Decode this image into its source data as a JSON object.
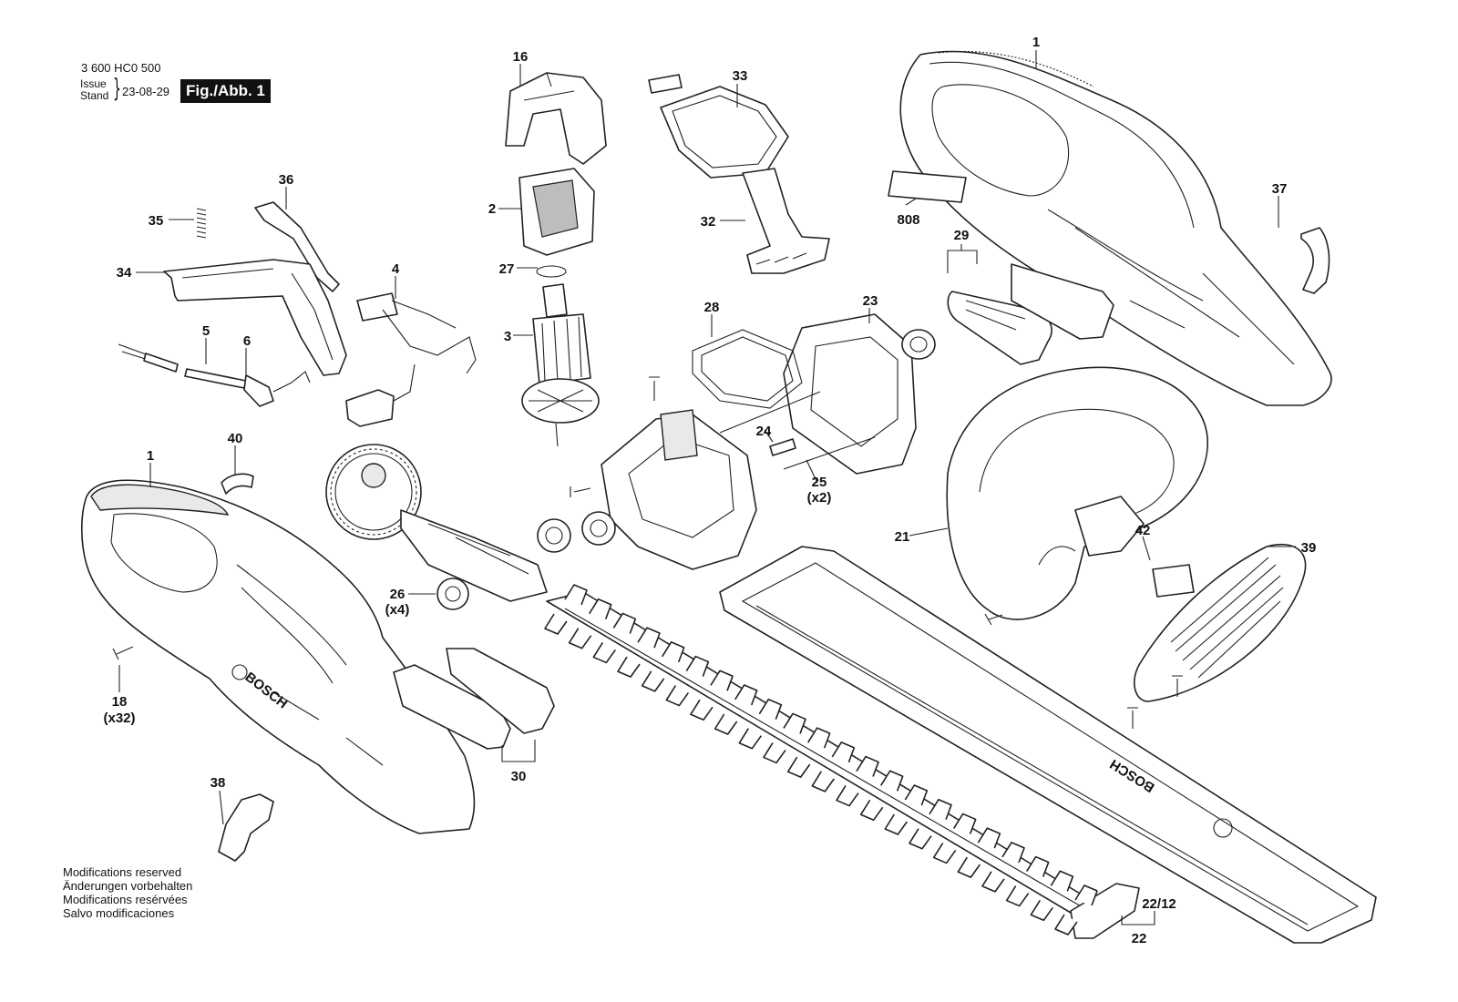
{
  "header": {
    "doc_number": "3 600 HC0 500",
    "issue_label": "Issue",
    "stand_label": "Stand",
    "issue_date": "23-08-29",
    "figure_label": "Fig./Abb. 1"
  },
  "notice": [
    "Modifications reserved",
    "Änderungen vorbehalten",
    "Modifications resérvées",
    "Salvo modificaciones"
  ],
  "brand_marks": {
    "housing": "BOSCH",
    "blade_guard": "BOSCH"
  },
  "callouts": {
    "c1_top": "1",
    "c1_left": "1",
    "c2": "2",
    "c3": "3",
    "c4": "4",
    "c5": "5",
    "c6": "6",
    "c16": "16",
    "c18": "18",
    "c18_qty": "(x32)",
    "c21": "21",
    "c22": "22",
    "c22_12": "22/12",
    "c23": "23",
    "c24": "24",
    "c25": "25",
    "c25_qty": "(x2)",
    "c26": "26",
    "c26_qty": "(x4)",
    "c27": "27",
    "c28": "28",
    "c29": "29",
    "c30": "30",
    "c32": "32",
    "c33": "33",
    "c34": "34",
    "c35": "35",
    "c36": "36",
    "c37": "37",
    "c38": "38",
    "c39": "39",
    "c40": "40",
    "c42": "42",
    "c808": "808"
  }
}
